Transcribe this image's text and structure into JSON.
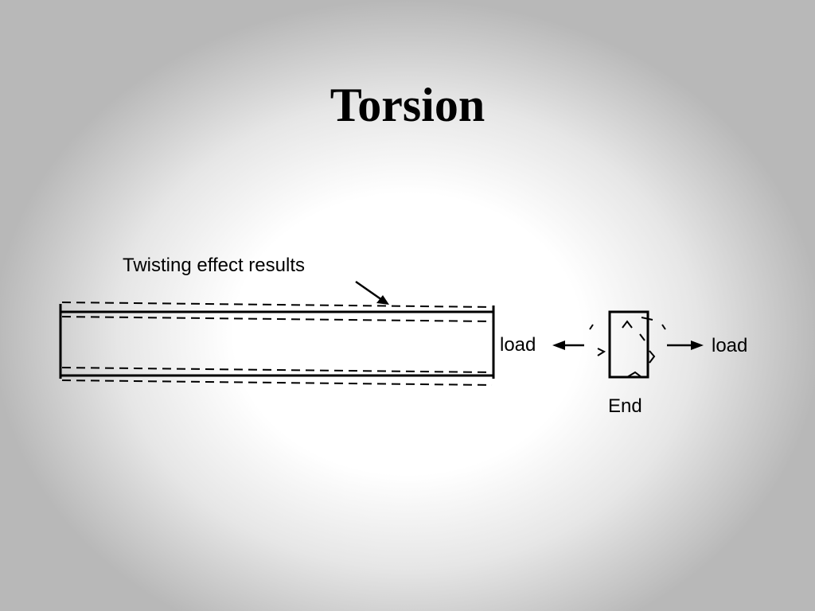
{
  "slide": {
    "title": "Torsion"
  },
  "diagram": {
    "twist_label": "Twisting effect results",
    "load_left": "load",
    "load_right": "load",
    "end_label": "End"
  }
}
